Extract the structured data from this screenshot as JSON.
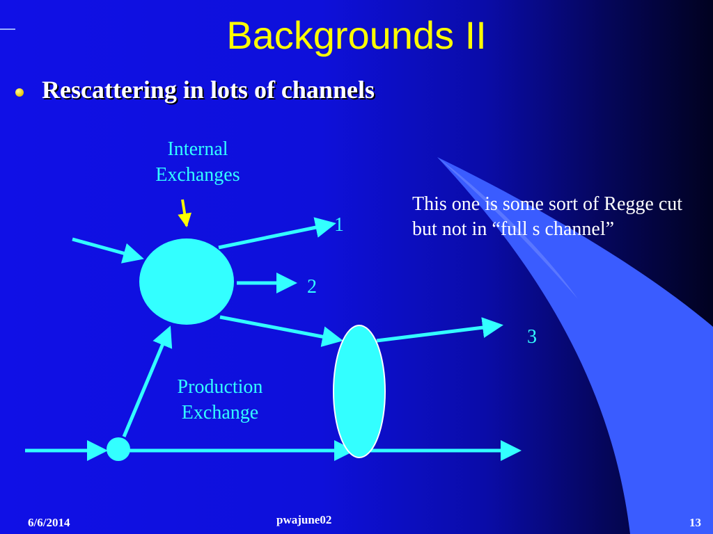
{
  "slide": {
    "title": "Backgrounds II",
    "bullet": "Rescattering in lots of channels"
  },
  "diagram": {
    "labels": {
      "internal_line1": "Internal",
      "internal_line2": "Exchanges",
      "production_line1": "Production",
      "production_line2": "Exchange",
      "out1": "1",
      "out2": "2",
      "out3": "3"
    },
    "note": "This one is some sort of Regge cut but not in “full s channel”"
  },
  "footer": {
    "date": "6/6/2014",
    "center": "pwajune02",
    "page": "13"
  },
  "colors": {
    "title": "#ffff00",
    "diagram": "#33ffff",
    "pointer": "#ffff00",
    "swoosh": "#3a5cff"
  }
}
